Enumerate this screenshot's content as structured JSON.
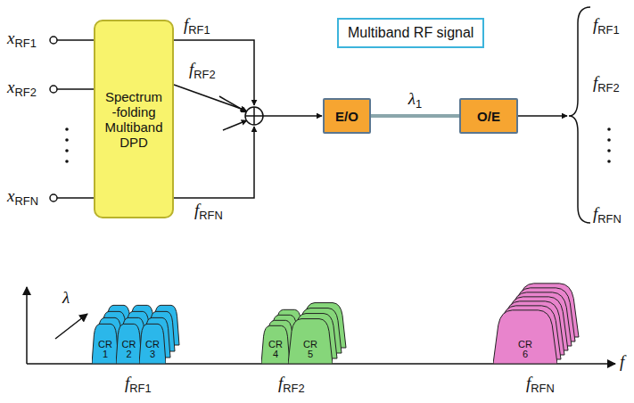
{
  "diagram": {
    "nodes": [
      {
        "text": [
          "Spectrum -folding Multiband DPD"
        ]
      },
      {
        "text": [
          "Multiband RF signal"
        ]
      },
      {
        "text": [
          "E/O"
        ]
      },
      {
        "text": [
          "O/E"
        ]
      },
      {
        "text": [
          "CR 1"
        ]
      },
      {
        "text": [
          "CR 2"
        ]
      },
      {
        "text": [
          "CR 3"
        ]
      },
      {
        "text": [
          "CR 4"
        ]
      },
      {
        "text": [
          "CR 5"
        ]
      },
      {
        "text": [
          "CR 6"
        ]
      }
    ],
    "edges": [
      {
        "from": 2,
        "to": 3,
        "arrow": "none",
        "label": "λ1"
      }
    ],
    "labels": [
      "xRF1",
      "xRF2",
      "xRFN",
      "fRF1",
      "fRF2",
      "fRFN",
      "fRF1",
      "fRF2",
      "fRFN",
      "λ",
      "f",
      "fRF1",
      "fRF2",
      "fRFN"
    ]
  }
}
